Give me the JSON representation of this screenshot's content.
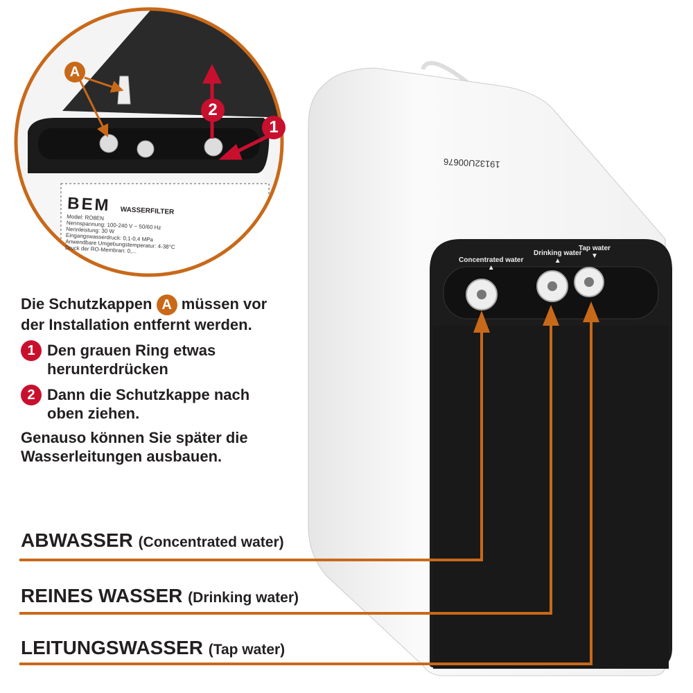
{
  "inset": {
    "badge_a": "A",
    "badge_1": "1",
    "badge_2": "2",
    "brand": "BEM",
    "label_title": "WASSERFILTER",
    "label_lines": [
      "Model: RO8EN",
      "Nennspannung: 100-240 V ~ 50/60 Hz",
      "Nennleistung: 30 W",
      "Eingangswasserdruck: 0,1-0,4 MPa",
      "Anwendbare Umgebungstemperatur: 4-38°C",
      "Druck der RO-Membran: 0,..."
    ]
  },
  "device": {
    "ports": [
      "Concentrated water",
      "Drinking water",
      "Tap water"
    ],
    "serial": "19132U00676"
  },
  "instructions": {
    "intro_before": "Die Schutzkappen",
    "intro_badge": "A",
    "intro_after": "müssen vor der Installation entfernt werden.",
    "steps": [
      {
        "badge": "1",
        "text": "Den grauen Ring etwas herunterdrücken"
      },
      {
        "badge": "2",
        "text": "Dann die Schutzkappe nach oben ziehen."
      }
    ],
    "outro": "Genauso können Sie später die Wasserleitungen ausbauen."
  },
  "connections": [
    {
      "title": "ABWASSER",
      "subtitle": "(Concentrated water)"
    },
    {
      "title": "REINES WASSER",
      "subtitle": "(Drinking water)"
    },
    {
      "title": "LEITUNGSWASSER",
      "subtitle": "(Tap water)"
    }
  ],
  "colors": {
    "accent": "#c8691a",
    "badge_red": "#c8102e",
    "panel": "#1c1c1c"
  }
}
